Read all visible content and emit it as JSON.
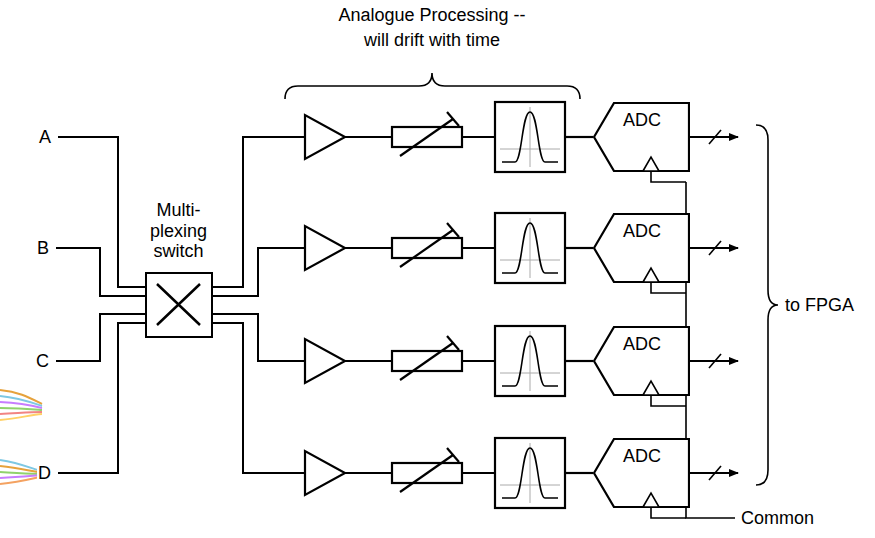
{
  "diagram": {
    "nodes": [
      {
        "text": [
          "Multi- plexing switch"
        ]
      },
      {
        "text": [
          "ADC"
        ]
      },
      {
        "text": [
          "ADC"
        ]
      },
      {
        "text": [
          "ADC"
        ]
      },
      {
        "text": [
          "ADC"
        ]
      }
    ],
    "labels": [
      "Analogue Processing -- will drift with time",
      "A",
      "B",
      "C",
      "D",
      "to FPGA",
      "Common"
    ]
  }
}
